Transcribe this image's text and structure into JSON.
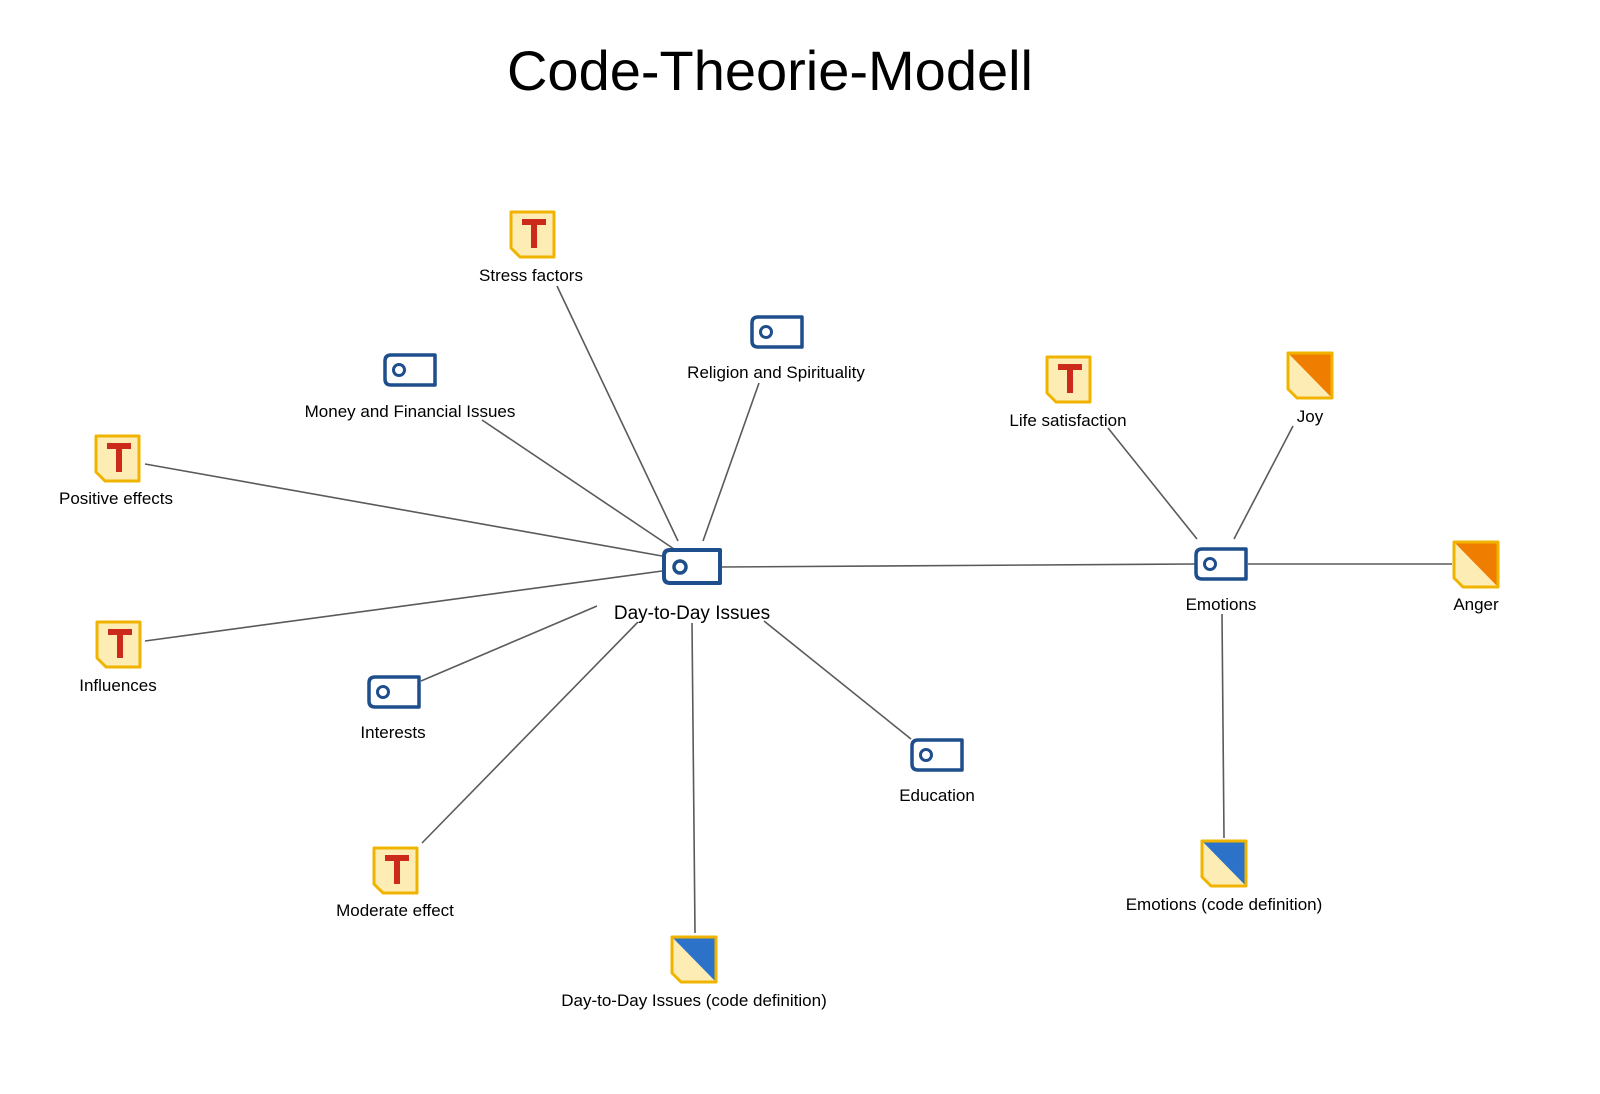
{
  "title": "Code-Theorie-Modell",
  "colors": {
    "memo_fill": "#fdecb3",
    "memo_border": "#f0b400",
    "memo_letter": "#cc2a1a",
    "code_icon": "#1f4e8c",
    "code_definition_accent": "#2d72c9",
    "emotion_accent": "#ee7d00",
    "edge": "#5a5a5a"
  },
  "nodes": {
    "day_to_day": {
      "label": "Day-to-Day Issues",
      "icon": "code-icon"
    },
    "stress": {
      "label": "Stress factors",
      "icon": "theory-memo-icon"
    },
    "religion": {
      "label": "Religion and Spirituality",
      "icon": "code-icon"
    },
    "money": {
      "label": "Money and Financial Issues",
      "icon": "code-icon"
    },
    "positive": {
      "label": "Positive effects",
      "icon": "theory-memo-icon"
    },
    "influences": {
      "label": "Influences",
      "icon": "theory-memo-icon"
    },
    "interests": {
      "label": "Interests",
      "icon": "code-icon"
    },
    "moderate": {
      "label": "Moderate effect",
      "icon": "theory-memo-icon"
    },
    "day_def": {
      "label": "Day-to-Day Issues (code definition)",
      "icon": "code-definition-memo-icon"
    },
    "education": {
      "label": "Education",
      "icon": "code-icon"
    },
    "emotions": {
      "label": "Emotions",
      "icon": "code-icon"
    },
    "life": {
      "label": "Life satisfaction",
      "icon": "theory-memo-icon"
    },
    "joy": {
      "label": "Joy",
      "icon": "code-memo-icon"
    },
    "anger": {
      "label": "Anger",
      "icon": "code-memo-icon"
    },
    "emo_def": {
      "label": "Emotions (code definition)",
      "icon": "code-definition-memo-icon"
    }
  }
}
